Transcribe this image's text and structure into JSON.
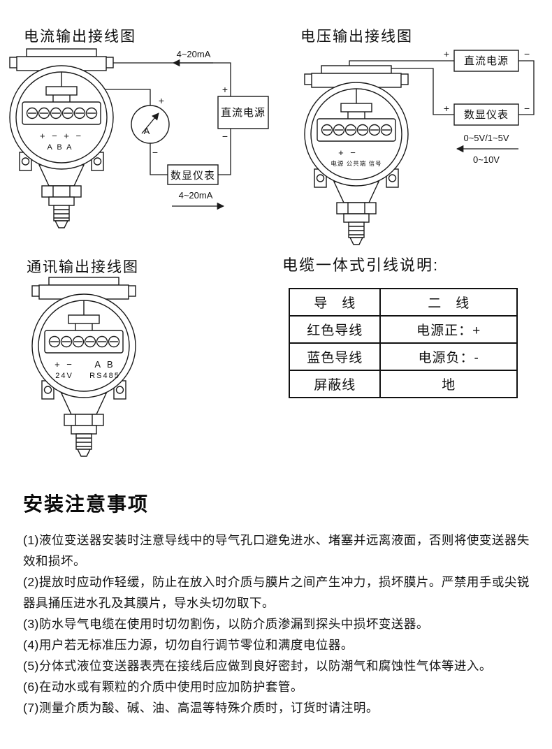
{
  "page": {
    "bg": "#ffffff",
    "line_color": "#1a1a1a",
    "text_color": "#111111"
  },
  "current_diagram": {
    "title": "电流输出接线图",
    "ma_top": "4~20mA",
    "ma_bottom": "4~20mA",
    "ammeter": "A",
    "ammeter_plus": "+",
    "ammeter_minus": "−",
    "dc_power": "直流电源",
    "dc_plus": "+",
    "dc_minus": "−",
    "display_meter": "数显仪表",
    "terminals_signs": "+ − + −",
    "terminals_letters": "A  B  A"
  },
  "voltage_diagram": {
    "title": "电压输出接线图",
    "dc_power": "直流电源",
    "dc_plus": "+",
    "dc_minus": "−",
    "display_meter": "数显仪表",
    "meter_plus": "+",
    "meter_minus": "−",
    "range1": "0~5V/1~5V",
    "range2": "0~10V",
    "terminals_signs": "+ −",
    "terminals_labels": "电源 公共端 信号"
  },
  "comm_diagram": {
    "title": "通讯输出接线图",
    "terminals_signs_left": "+ −",
    "terminals_signs_right": "A B",
    "terminals_label_left": "24V",
    "terminals_label_right": "RS485"
  },
  "cable_table": {
    "title": "电缆一体式引线说明:",
    "col1_header": "导　线",
    "col2_header": "二　线",
    "rows": [
      {
        "wire": "红色导线",
        "meaning": "电源正：+"
      },
      {
        "wire": "蓝色导线",
        "meaning": "电源负：-"
      },
      {
        "wire": "屏蔽线",
        "meaning": "地"
      }
    ]
  },
  "notes": {
    "title": "安装注意事项",
    "items": [
      "(1)液位变送器安装时注意导线中的导气孔口避免进水、堵塞并远离液面，否则将使变送器失效和损坏。",
      "(2)提放时应动作轻缓，防止在放入时介质与膜片之间产生冲力，损坏膜片。严禁用手或尖锐器具捅压进水孔及其膜片，导水头切勿取下。",
      "(3)防水导气电缆在使用时切勿割伤，以防介质渗漏到探头中损坏变送器。",
      "(4)用户若无标准压力源，切勿自行调节零位和满度电位器。",
      "(5)分体式液位变送器表壳在接线后应做到良好密封，以防潮气和腐蚀性气体等进入。",
      "(6)在动水或有颗粒的介质中使用时应加防护套管。",
      "(7)测量介质为酸、碱、油、高温等特殊介质时，订货时请注明。"
    ]
  }
}
